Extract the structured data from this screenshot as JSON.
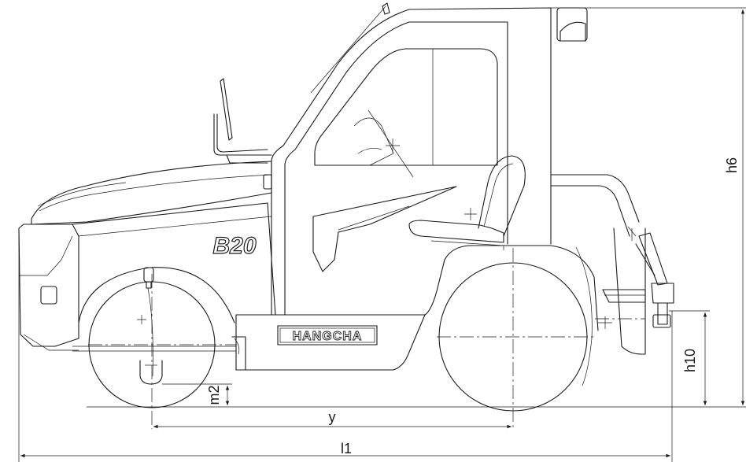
{
  "labels": {
    "model": "B20",
    "brand": "HANGCHA"
  },
  "dimensions": {
    "overall_length": "l1",
    "wheelbase": "y",
    "overall_height": "h6",
    "hitch_height": "h10",
    "ground_clearance": "m2"
  }
}
